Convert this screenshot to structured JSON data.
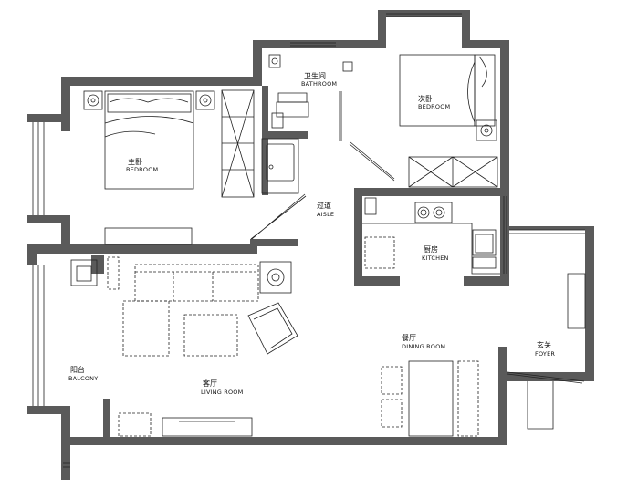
{
  "rooms": {
    "master_bedroom": {
      "cn": "主卧",
      "en": "BEDROOM"
    },
    "second_bedroom": {
      "cn": "次卧",
      "en": "BEDROOM"
    },
    "bathroom": {
      "cn": "卫生间",
      "en": "BATHROOM"
    },
    "aisle": {
      "cn": "过道",
      "en": "AISLE"
    },
    "kitchen": {
      "cn": "厨房",
      "en": "KITCHEN"
    },
    "dining_room": {
      "cn": "餐厅",
      "en": "DINING ROOM"
    },
    "foyer": {
      "cn": "玄关",
      "en": "FOYER"
    },
    "balcony": {
      "cn": "阳台",
      "en": "BALCONY"
    },
    "living_room": {
      "cn": "客厅",
      "en": "LIVING ROOM"
    }
  },
  "colors": {
    "wall": "#5a5a5a",
    "line": "#222222",
    "background": "#ffffff"
  }
}
